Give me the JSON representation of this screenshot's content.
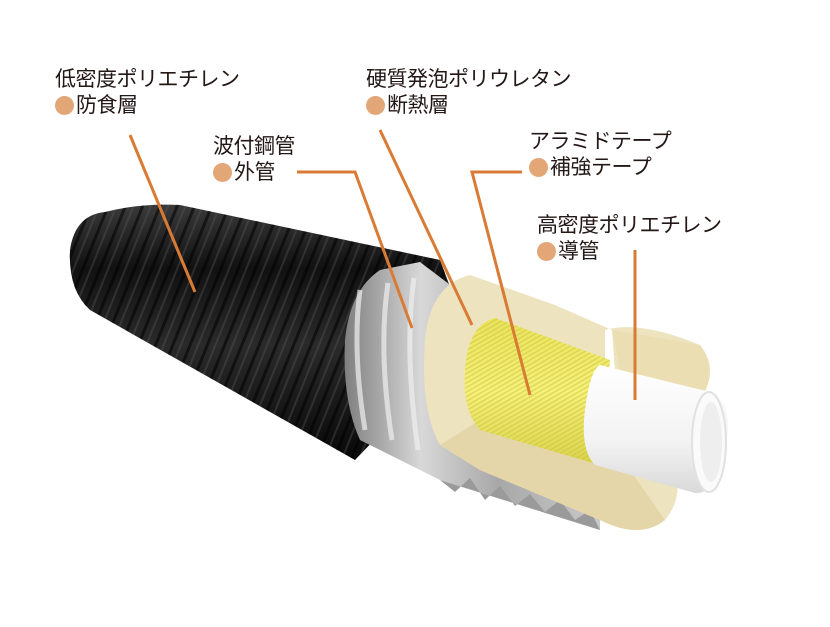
{
  "diagram": {
    "type": "pipe-cross-section",
    "accent_color": "#d97b34",
    "dot_color": "#e3a677",
    "text_color": "#231815",
    "layers": [
      {
        "material": "低密度ポリエチレン",
        "role": "防食層",
        "order_from_outside": 1,
        "color": "#1a1a1a"
      },
      {
        "material": "波付鋼管",
        "role": "外管",
        "order_from_outside": 2,
        "color": "#b9b9b9"
      },
      {
        "material": "硬質発泡ポリウレタン",
        "role": "断熱層",
        "order_from_outside": 3,
        "color": "#eee3bf"
      },
      {
        "material": "アラミドテープ",
        "role": "補強テープ",
        "order_from_outside": 4,
        "color": "#f0ea6a"
      },
      {
        "material": "高密度ポリエチレン",
        "role": "導管",
        "order_from_outside": 5,
        "color": "#f5f5f5"
      }
    ]
  }
}
